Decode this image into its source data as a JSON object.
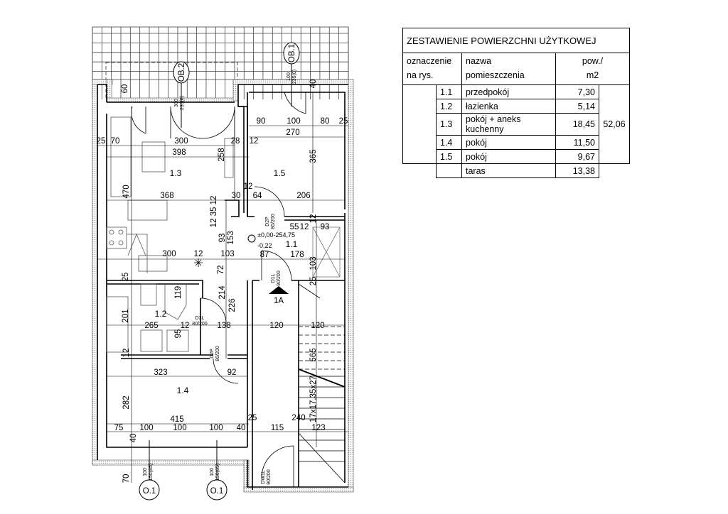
{
  "table": {
    "title": "ZESTAWIENIE POWIERZCHNI UŻYTKOWEJ",
    "headers": {
      "mark_line1": "oznaczenie",
      "mark_line2": "na rys.",
      "name": "nazwa pomieszczenia",
      "area_line1": "pow./",
      "area_line2": "m2"
    },
    "rows": [
      {
        "id": "1.1",
        "name": "przedpokój",
        "area": "7,30"
      },
      {
        "id": "1.2",
        "name": "łazienka",
        "area": "5,14"
      },
      {
        "id": "1.3",
        "name": "pokój + aneks kuchenny",
        "area": "18,45"
      },
      {
        "id": "1.4",
        "name": "pokój",
        "area": "11,50"
      },
      {
        "id": "1.5",
        "name": "pokój",
        "area": "9,67"
      },
      {
        "id": "",
        "name": "taras",
        "area": "13,38"
      }
    ],
    "total": "52,06"
  },
  "plan": {
    "rooms": {
      "r11": "1.1",
      "r12": "1.2",
      "r13": "1.3",
      "r14": "1.4",
      "r15": "1.5"
    },
    "markers": {
      "ob2": "OB.2",
      "ob1": "OB.1",
      "o1a": "O.1",
      "o1b": "O.1",
      "entry": "1A"
    },
    "level": {
      "main": "±0,00-254,75",
      "sub": "-0,22"
    },
    "openings": {
      "ob2_a": "300",
      "ob2_b": "235(0)",
      "ob1_a": "100",
      "ob1_b": "235(0)",
      "o1a_a": "100",
      "o1a_b": "150(85)",
      "o1b_a": "100",
      "o1b_b": "150(85)"
    },
    "doors": {
      "d2p_top_a": "D2P",
      "d2p_top_b": "80/200",
      "d1l_a": "D1L",
      "d1l_b": "90/200",
      "d3l_a": "D3L",
      "d3l_b": "80/200",
      "d2p_bot_a": "D2P",
      "d2p_bot_b": "80/200",
      "dw1l_a": "DW1L",
      "dw1l_b": "90/200"
    },
    "stairs": "17x17,35x27",
    "dims": {
      "d60": "60",
      "d40t": "40",
      "d90": "90",
      "d100a": "100",
      "d80": "80",
      "d25a": "25",
      "d270": "270",
      "d25b": "25",
      "d70a": "70",
      "d300a": "300",
      "d28": "28",
      "d12a": "12",
      "d398": "398",
      "d258": "258",
      "d365": "365",
      "d12b": "12",
      "d470": "470",
      "d368": "368",
      "d30": "30",
      "d64": "64",
      "d206": "206",
      "d123512": "12 35 12",
      "d12c": "12",
      "d93a": "93",
      "d153": "153",
      "d55": "55",
      "d12d": "12",
      "d93b": "93",
      "d300b": "300",
      "d12e": "12",
      "d103a": "103",
      "d87": "87",
      "d178": "178",
      "d72": "72",
      "d103b": "103",
      "d25c": "25",
      "d25d": "25",
      "d119": "119",
      "d214": "214",
      "d226": "226",
      "d201": "201",
      "d265": "265",
      "d12f": "12",
      "d138": "138",
      "d120a": "120",
      "d120b": "120",
      "d95": "95",
      "d565": "565",
      "d12g": "12",
      "d323": "323",
      "d92": "92",
      "d282": "282",
      "d415": "415",
      "d25e": "25",
      "d240": "240",
      "d75": "75",
      "d100b": "100",
      "d100c": "100",
      "d100d": "100",
      "d40b": "40",
      "d115": "115",
      "d123": "123",
      "d40c": "40",
      "d70b": "70"
    }
  }
}
